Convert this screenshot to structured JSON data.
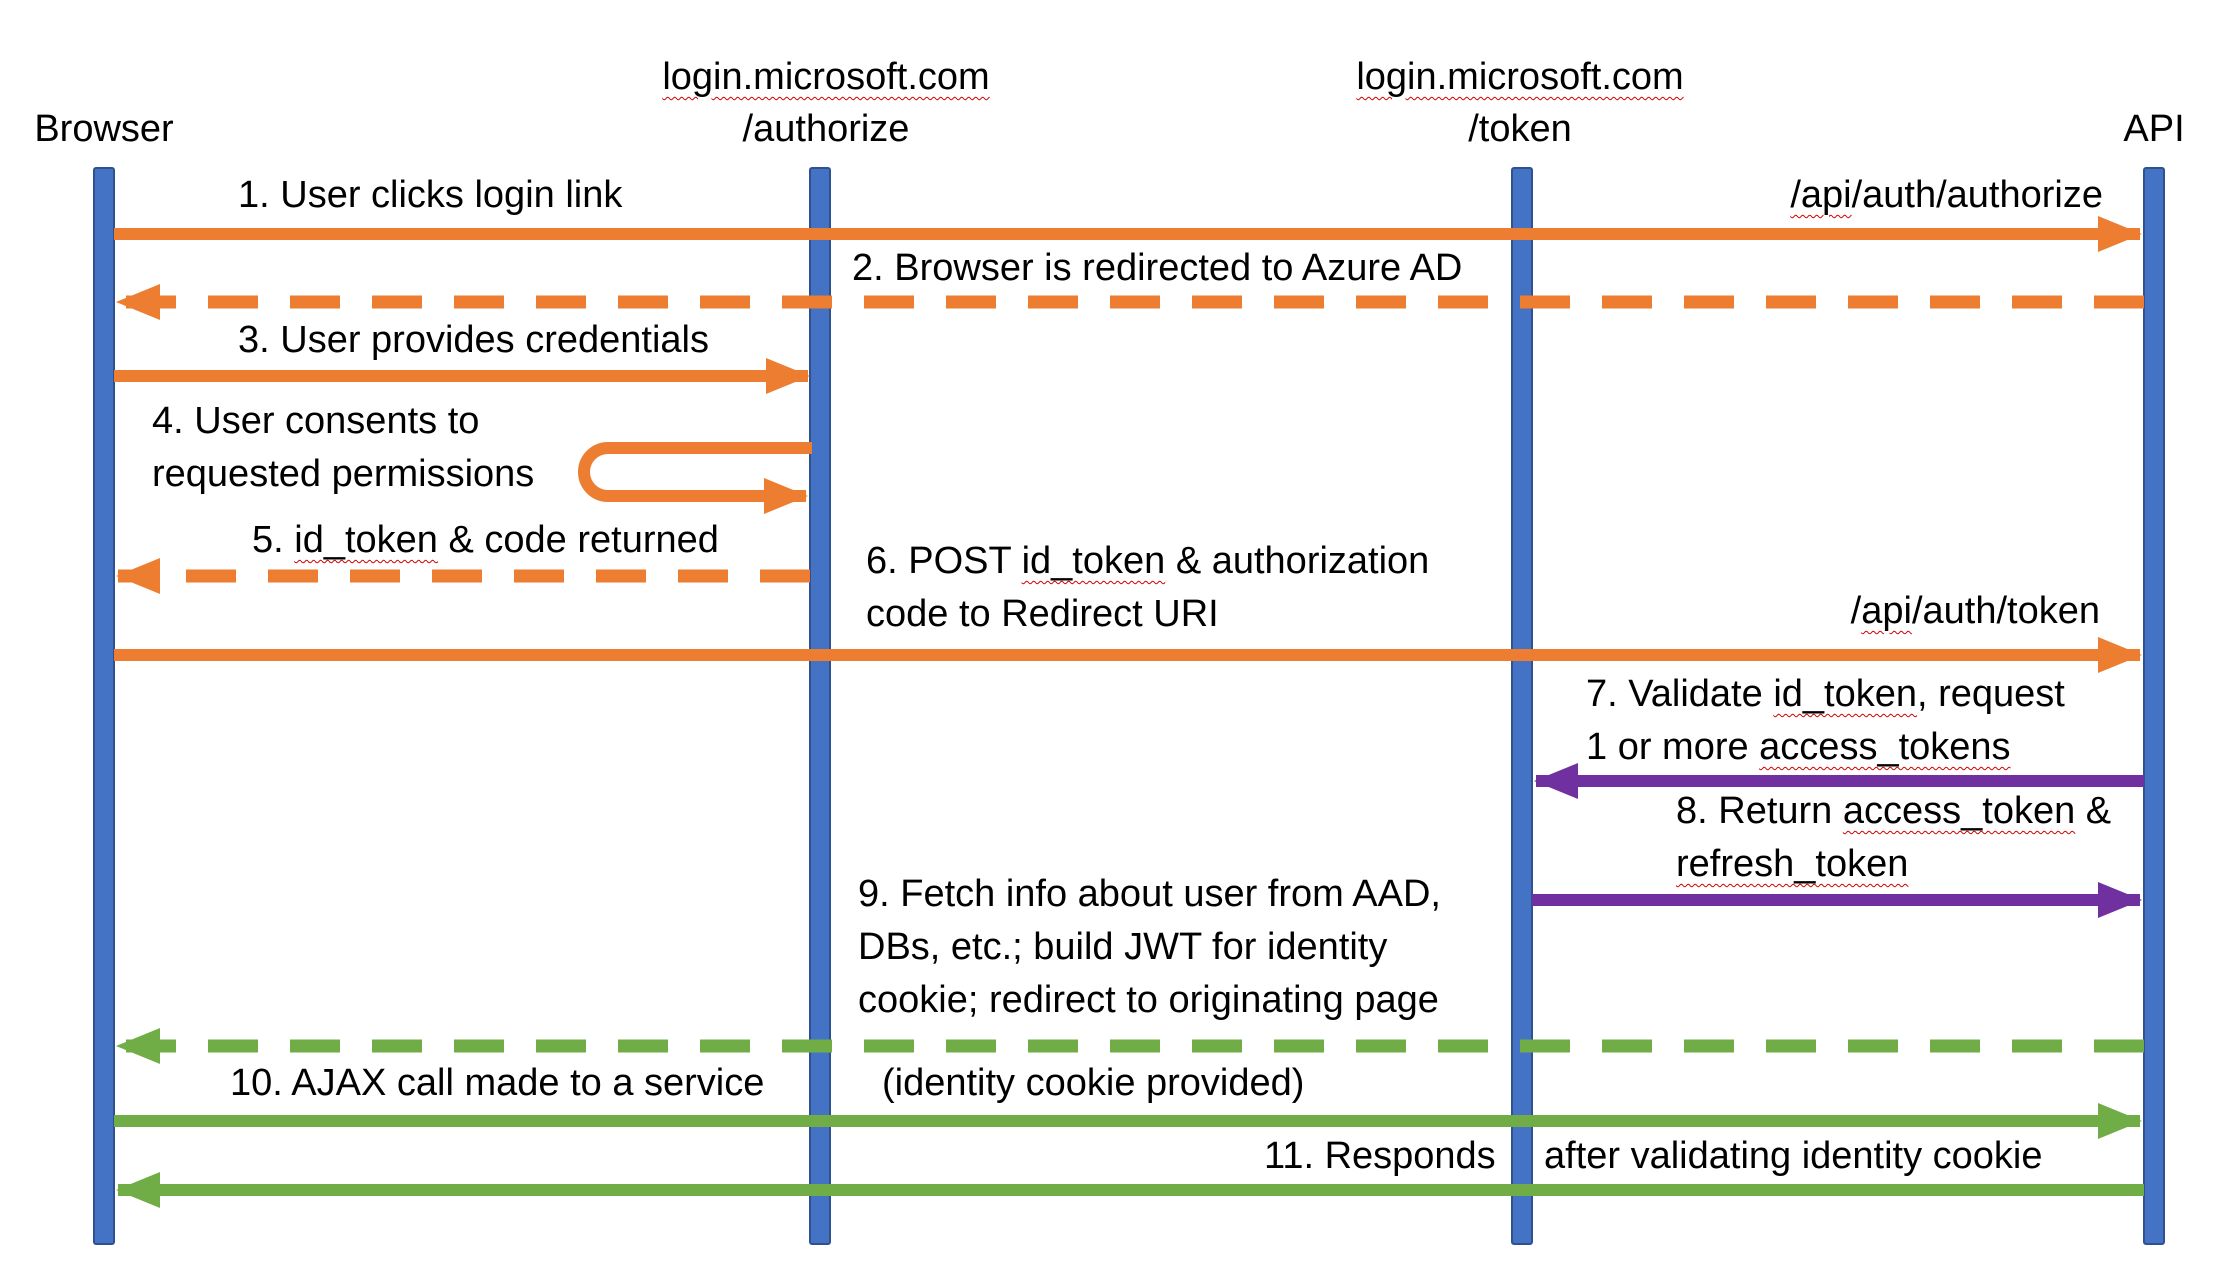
{
  "colors": {
    "lifeline": "#4472C4",
    "orange": "#ED7D31",
    "purple": "#7030A0",
    "green": "#70AD47",
    "text": "#000000"
  },
  "participants": {
    "browser": "Browser",
    "authorize_host": "login.microsoft.com",
    "authorize_path": "/authorize",
    "token_host": "login.microsoft.com",
    "token_path": "/token",
    "api": "API"
  },
  "messages": {
    "m1": "1. User clicks login link",
    "m1_endpoint_a": "/api",
    "m1_endpoint_b": "/auth/authorize",
    "m2": "2. Browser is redirected to Azure AD",
    "m3": "3. User provides credentials",
    "m4_line1": "4. User consents to",
    "m4_line2": "requested permissions",
    "m5_a": "5. ",
    "m5_b": "id_token",
    "m5_c": " & code returned",
    "m6_a": "6. POST ",
    "m6_b": "id_token",
    "m6_c": " & authorization",
    "m6_line2": "code to Redirect URI",
    "m6_endpoint_a": "/",
    "m6_endpoint_b": "api",
    "m6_endpoint_c": "/auth/token",
    "m7_a": "7. Validate ",
    "m7_b": "id_token",
    "m7_c": ", request",
    "m7_d": "1 or more ",
    "m7_e": "access_tokens",
    "m8_a": "8. Return ",
    "m8_b": "access_token",
    "m8_c": " &",
    "m8_d": "refresh_token",
    "m9_line1": "9. Fetch info about user from AAD,",
    "m9_line2": "DBs, etc.; build JWT for identity",
    "m9_line3": "cookie; redirect to originating page",
    "m10": "10. AJAX call made to a service",
    "m10_note": "(identity cookie provided)",
    "m11": "11. Responds",
    "m11_note": "after validating identity cookie"
  }
}
